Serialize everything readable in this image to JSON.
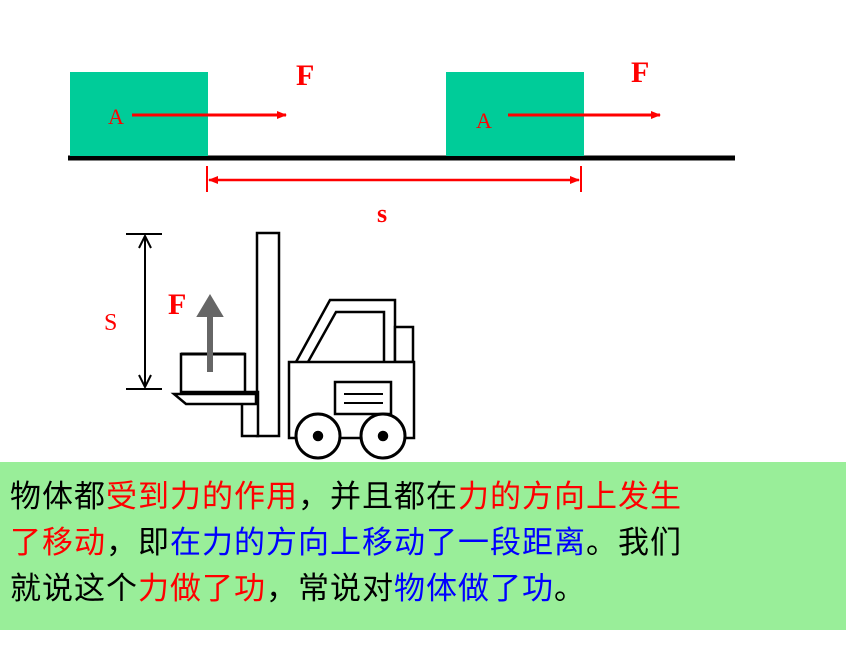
{
  "colors": {
    "block": "#00cc99",
    "force": "#ff0000",
    "ground": "#000000",
    "text_bg": "#99ee99",
    "red_text": "#ff0000",
    "blue_text": "#0000ff"
  },
  "top_diagram": {
    "block_label_left": "A",
    "block_label_right": "A",
    "force_label_left": "F",
    "force_label_right": "F",
    "distance_label": "s"
  },
  "forklift_diagram": {
    "force_label": "F",
    "distance_label": "S"
  },
  "explanation": {
    "lines": [
      [
        {
          "text": "物体都",
          "color": "black"
        },
        {
          "text": "受到力的作用",
          "color": "red"
        },
        {
          "text": "，并且都在",
          "color": "black"
        },
        {
          "text": "力的方向上发生",
          "color": "red"
        }
      ],
      [
        {
          "text": "了移动",
          "color": "red"
        },
        {
          "text": "，即",
          "color": "black"
        },
        {
          "text": "在力的方向上移动了一段距离",
          "color": "blue"
        },
        {
          "text": "。我们",
          "color": "black"
        }
      ],
      [
        {
          "text": "就说这个",
          "color": "black"
        },
        {
          "text": "力做了功",
          "color": "red"
        },
        {
          "text": "，常说对",
          "color": "black"
        },
        {
          "text": "物体做了功",
          "color": "blue"
        },
        {
          "text": "。",
          "color": "black"
        }
      ]
    ]
  }
}
